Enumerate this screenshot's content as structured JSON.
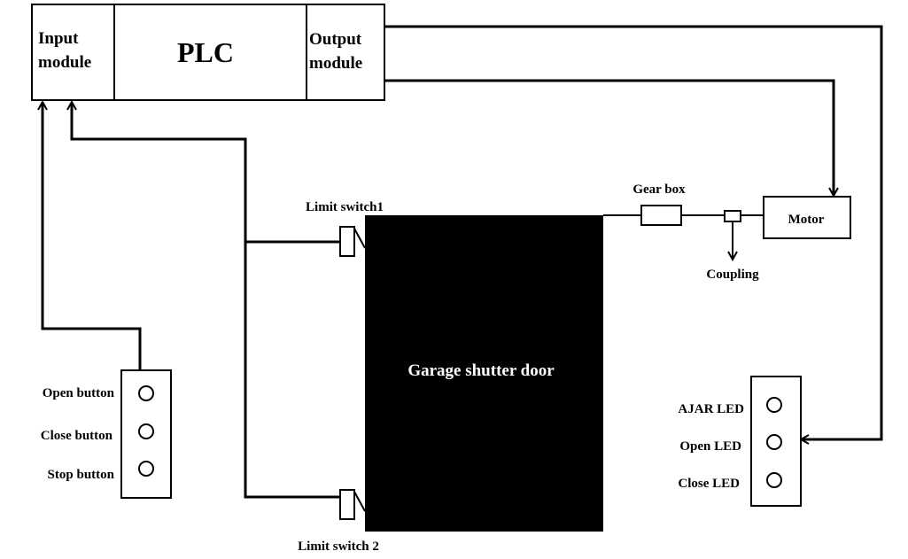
{
  "plc": {
    "input_module": [
      "Input",
      "module"
    ],
    "title": "PLC",
    "output_module": [
      "Output",
      "module"
    ]
  },
  "door": {
    "label": "Garage shutter door"
  },
  "limit_switches": {
    "top": "Limit switch1",
    "bottom": "Limit switch 2"
  },
  "drive": {
    "gear_box": "Gear box",
    "coupling": "Coupling",
    "motor": "Motor"
  },
  "buttons": [
    "Open button",
    "Close button",
    "Stop button"
  ],
  "leds": [
    "AJAR LED",
    "Open LED",
    "Close LED"
  ]
}
